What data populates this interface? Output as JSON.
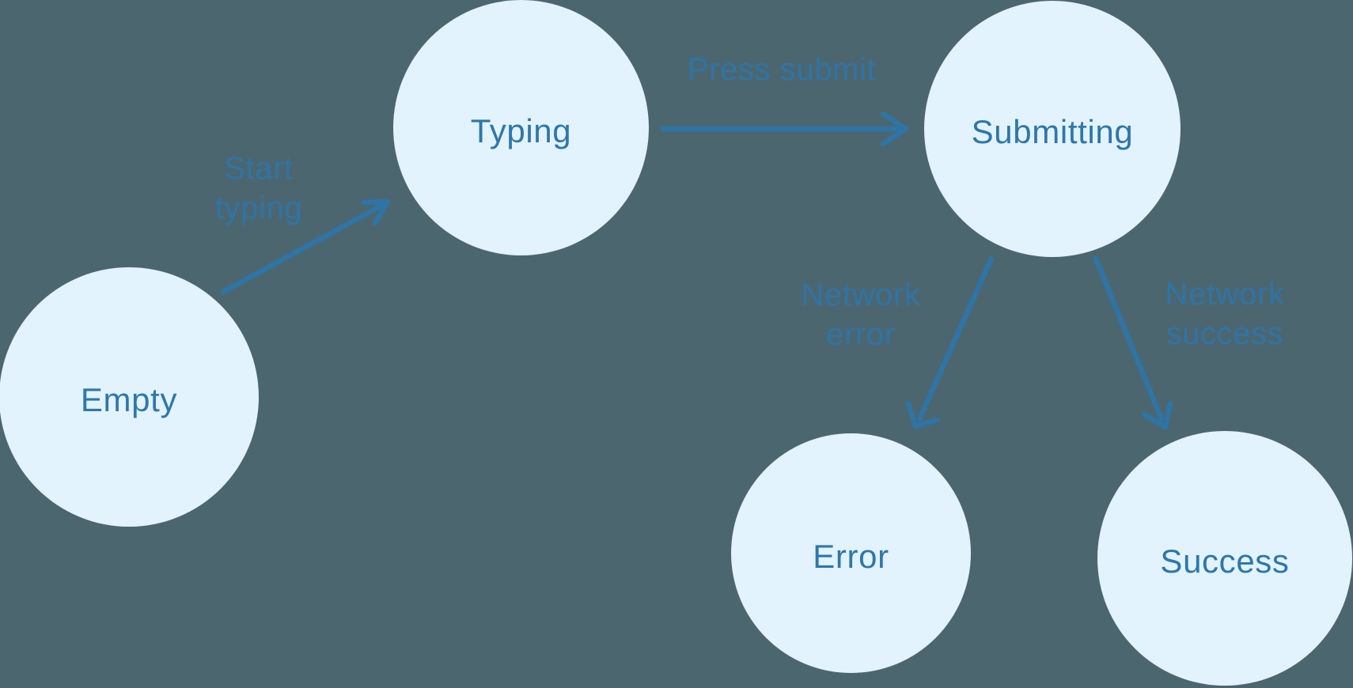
{
  "diagram": {
    "type": "state-machine",
    "colors": {
      "background": "#4C6670",
      "node_fill": "#E2F3FD",
      "node_text": "#2E77AB",
      "arrow": "#2E74A4",
      "edge_label": "#2E74A6"
    },
    "nodes": [
      {
        "id": "empty",
        "label": "Empty"
      },
      {
        "id": "typing",
        "label": "Typing"
      },
      {
        "id": "submitting",
        "label": "Submitting"
      },
      {
        "id": "error",
        "label": "Error"
      },
      {
        "id": "success",
        "label": "Success"
      }
    ],
    "edges": [
      {
        "from": "Empty",
        "to": "Typing",
        "label": "Start typing",
        "label_lines": [
          "Start",
          "typing"
        ]
      },
      {
        "from": "Typing",
        "to": "Submitting",
        "label": "Press submit",
        "label_lines": [
          "Press submit"
        ]
      },
      {
        "from": "Submitting",
        "to": "Error",
        "label": "Network error",
        "label_lines": [
          "Network",
          "error"
        ]
      },
      {
        "from": "Submitting",
        "to": "Success",
        "label": "Network success",
        "label_lines": [
          "Network",
          "success"
        ]
      }
    ]
  }
}
